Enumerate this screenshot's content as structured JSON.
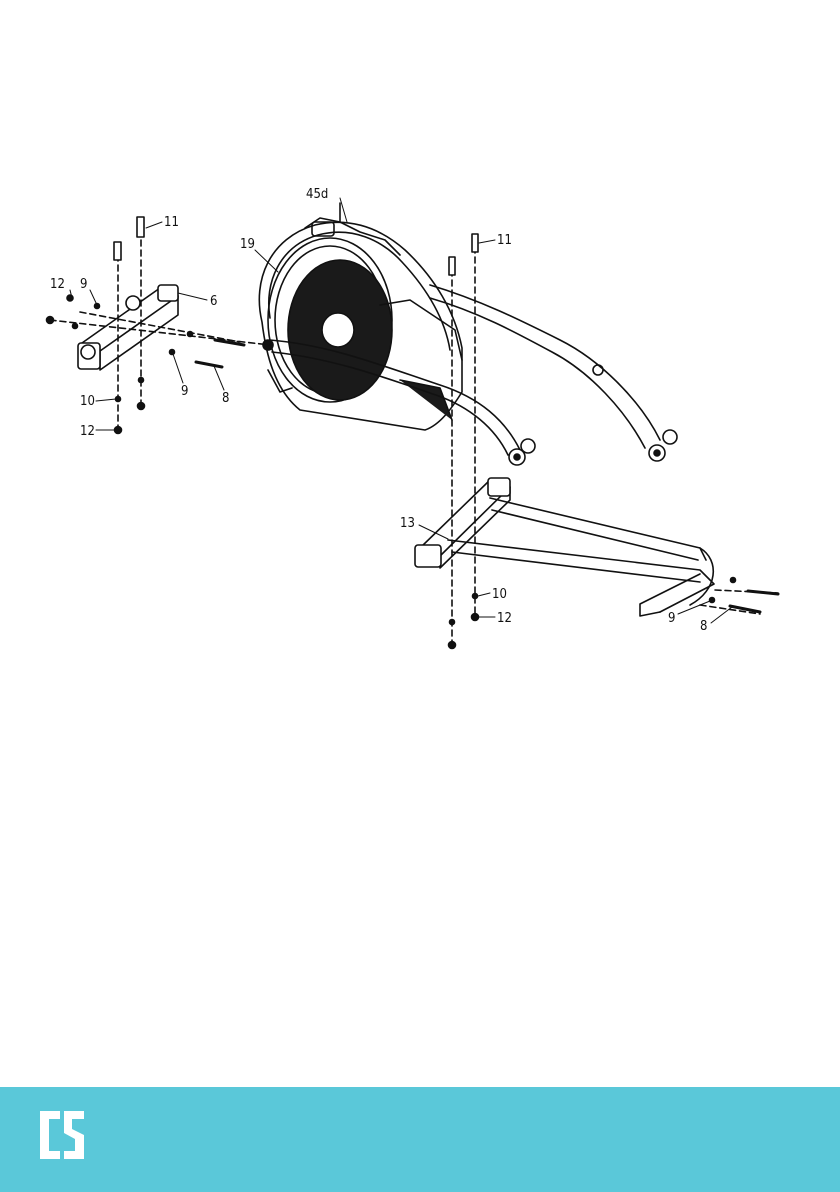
{
  "diagram": {
    "part_labels": {
      "p45d": "45d",
      "p19": "19",
      "p11a": "11",
      "p11b": "11",
      "p12a": "12",
      "p9a": "9",
      "p6": "6",
      "p9b": "9",
      "p8a": "8",
      "p10a": "10",
      "p12b": "12",
      "p13": "13",
      "p10b": "10",
      "p12c": "12",
      "p9c": "9",
      "p8b": "8"
    }
  },
  "footer": {
    "color": "#5ac8d9",
    "logo_icon": "cs-brand-logo-icon"
  }
}
